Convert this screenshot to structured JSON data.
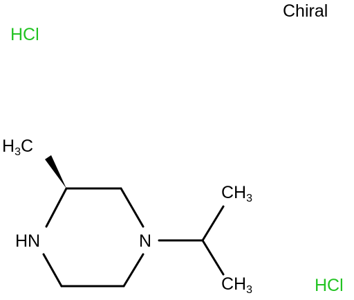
{
  "header": {
    "chiral_label": "Chiral"
  },
  "salts": [
    {
      "text": "HCl",
      "color": "#22c322"
    },
    {
      "text": "HCl",
      "color": "#22c322"
    }
  ],
  "molecule": {
    "methyl": {
      "main": "H",
      "sub": "3",
      "tail": "C"
    },
    "nh": "HN",
    "n": "N",
    "isopropyl_methyl_top": {
      "main": "CH",
      "sub": "3"
    },
    "isopropyl_methyl_bottom": {
      "main": "CH",
      "sub": "3"
    }
  },
  "colors": {
    "atom": "#000000",
    "bond": "#000000",
    "hcl": "#22c322"
  }
}
